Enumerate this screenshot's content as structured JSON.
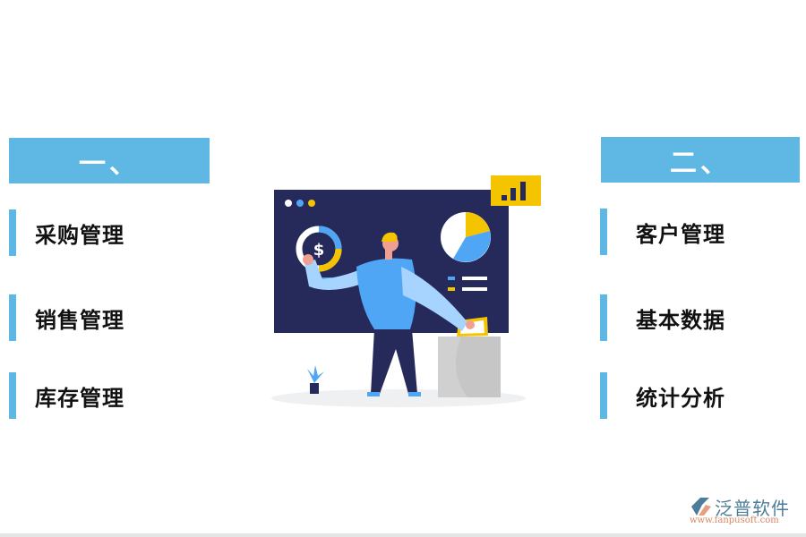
{
  "left_section": {
    "header": "一、",
    "items": [
      {
        "label": "采购管理"
      },
      {
        "label": "销售管理"
      },
      {
        "label": "库存管理"
      }
    ]
  },
  "right_section": {
    "header": "二、",
    "items": [
      {
        "label": "客户管理"
      },
      {
        "label": "基本数据"
      },
      {
        "label": "统计分析"
      }
    ]
  },
  "illustration": {
    "currency_symbol": "$",
    "icon": "analytics-dashboard-illustration"
  },
  "logo": {
    "name": "泛普软件",
    "url": "www.fanpusoft.com"
  },
  "colors": {
    "accent": "#5fb8e4",
    "board": "#262a5a",
    "yellow": "#f5c400",
    "blue": "#4fa6f5"
  }
}
